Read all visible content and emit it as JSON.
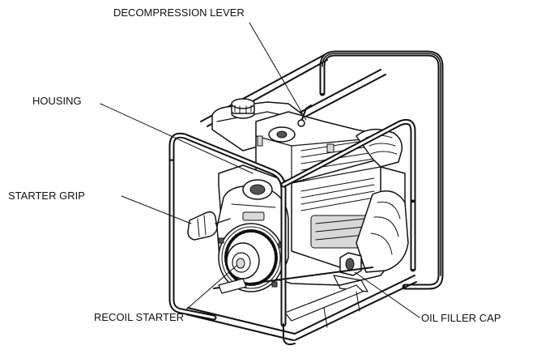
{
  "labels": {
    "decompression_lever": "DECOMPRESSION LEVER",
    "housing": "HOUSING",
    "starter_grip": "STARTER GRIP",
    "oil_filler_cap": "OIL FILLER CAP",
    "recoil_starter": "RECOIL STARTER"
  },
  "colors": {
    "ink": "#111111",
    "background": "#ffffff"
  }
}
